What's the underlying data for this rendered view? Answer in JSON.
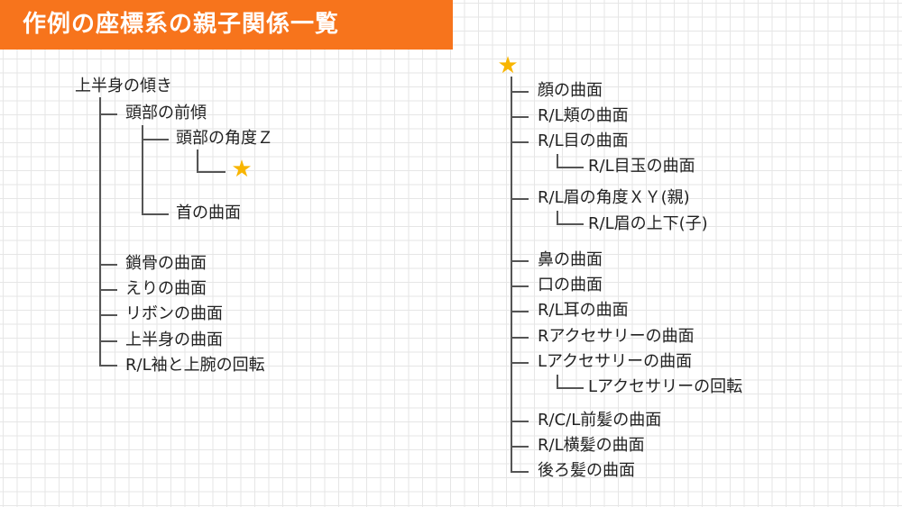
{
  "title": "作例の座標系の親子関係一覧",
  "left_tree": {
    "root": "上半身の傾き",
    "head_tilt": "頭部の前傾",
    "head_angle_z": "頭部の角度Ｚ",
    "neck": "首の曲面",
    "items": [
      "鎖骨の曲面",
      "えりの曲面",
      "リボンの曲面",
      "上半身の曲面",
      "R/L袖と上腕の回転"
    ]
  },
  "right_tree": {
    "face": "顔の曲面",
    "cheek": "R/L頬の曲面",
    "eye": "R/L目の曲面",
    "eyeball": "R/L目玉の曲面",
    "brow_xy": "R/L眉の角度ＸＹ(親)",
    "brow_ud": "R/L眉の上下(子)",
    "nose": "鼻の曲面",
    "mouth": "口の曲面",
    "ear": "R/L耳の曲面",
    "r_acc": "Rアクセサリーの曲面",
    "l_acc": "Lアクセサリーの曲面",
    "l_acc_rot": "Lアクセサリーの回転",
    "bangs": "R/C/L前髪の曲面",
    "side_hair": "R/L横髪の曲面",
    "back_hair": "後ろ髪の曲面"
  },
  "star_icon": "★",
  "colors": {
    "title_bg": "#f7741c",
    "star": "#f8b500"
  }
}
